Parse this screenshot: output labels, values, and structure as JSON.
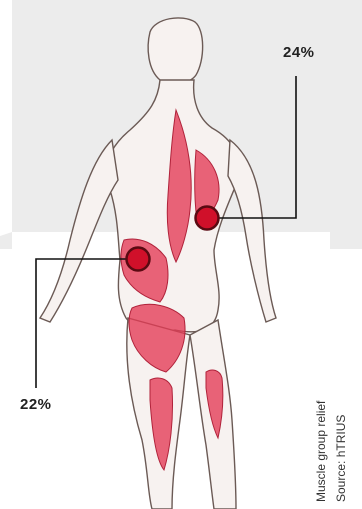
{
  "annotations": [
    {
      "value": "24%"
    },
    {
      "value": "22%"
    }
  ],
  "caption": {
    "line1": "Muscle group relief",
    "line2": "Source: hTRIUS"
  },
  "colors": {
    "marker": "#d0102a",
    "muscle": "#e43a55",
    "panel_bg": "#ececec",
    "outline": "#6b5a55"
  },
  "icons": [
    "back-muscle-figure",
    "marker-dot"
  ]
}
